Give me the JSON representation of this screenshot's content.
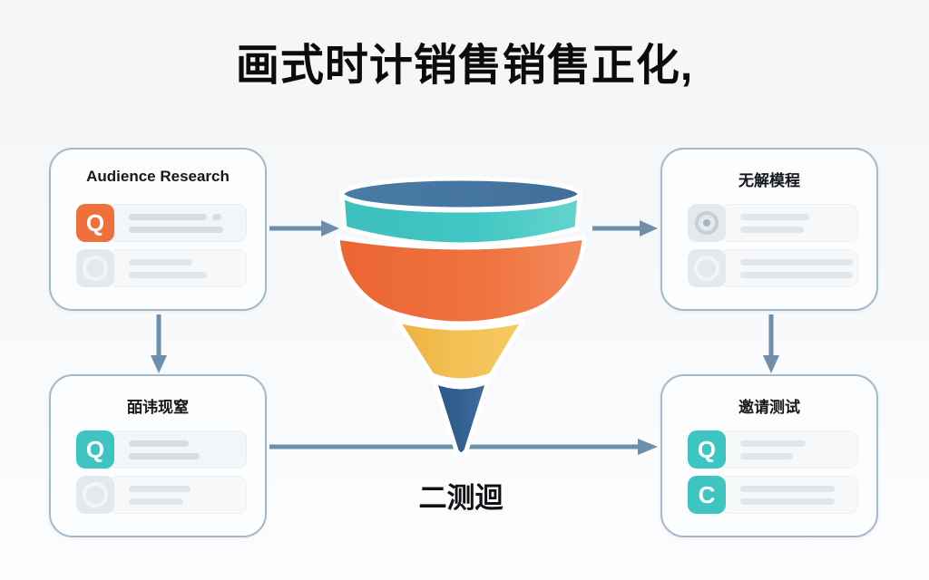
{
  "title": "画式时计销售销售正化,",
  "funnel": {
    "caption": "二测迴",
    "type": "funnel",
    "stages": [
      {
        "name": "top-rim",
        "color": "#47779f"
      },
      {
        "name": "stage-1",
        "color": "#45c7c3"
      },
      {
        "name": "stage-2",
        "color": "#ef7340"
      },
      {
        "name": "stage-3",
        "color": "#f2bd4e"
      },
      {
        "name": "spout",
        "color": "#2f5d8c"
      }
    ]
  },
  "cards": {
    "top_left": {
      "title": "Audience Research",
      "rows": [
        {
          "icon": "Q",
          "icon_name": "search-icon",
          "icon_color": "#f0703c",
          "state": "active"
        },
        {
          "icon": "",
          "icon_name": "circle-icon",
          "state": "muted"
        }
      ]
    },
    "top_right": {
      "title": "无解模程",
      "rows": [
        {
          "icon": "",
          "icon_name": "lens-icon",
          "state": "muted"
        },
        {
          "icon": "",
          "icon_name": "circle-icon",
          "state": "muted"
        }
      ]
    },
    "bottom_left": {
      "title": "皕讳现窒",
      "rows": [
        {
          "icon": "Q",
          "icon_name": "search-icon",
          "icon_color": "#3ec5c1",
          "state": "active"
        },
        {
          "icon": "",
          "icon_name": "circle-icon",
          "state": "muted"
        }
      ]
    },
    "bottom_right": {
      "title": "邀请测试",
      "rows": [
        {
          "icon": "Q",
          "icon_name": "search-icon",
          "icon_color": "#3ec5c1",
          "state": "active"
        },
        {
          "icon": "C",
          "icon_name": "c-icon",
          "icon_color": "#3ec5c1",
          "state": "active"
        }
      ]
    }
  },
  "colors": {
    "arrow": "#6d8fac",
    "card_border": "#a3b9c9",
    "background": "#f5f6f8"
  }
}
